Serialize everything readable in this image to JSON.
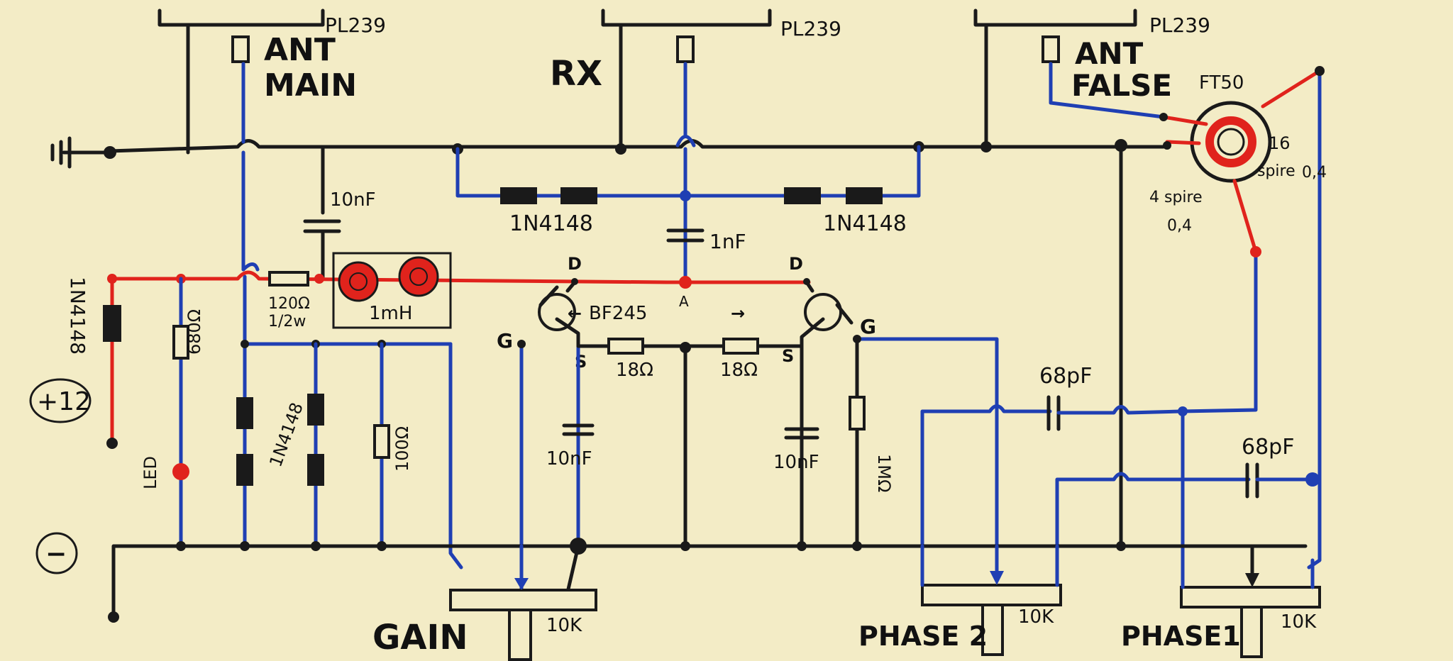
{
  "connectors": {
    "ant_main": {
      "type": "PL239",
      "name_line1": "ANT",
      "name_line2": "MAIN"
    },
    "rx": {
      "type": "PL239",
      "name": "RX"
    },
    "ant_false": {
      "type": "PL239",
      "name_line1": "ANT",
      "name_line2": "FALSE"
    }
  },
  "toroid": {
    "core": "FT50",
    "primary_turns": "4 spire",
    "primary_wire": "0,4",
    "secondary_turns": "16",
    "secondary_unit": "spire",
    "secondary_wire": "0,4"
  },
  "power": {
    "plus": "+12",
    "minus": "−"
  },
  "components": {
    "diode_left": "1N4148",
    "diode_pair_left": "1N4148",
    "diode_pair_right": "1N4148",
    "diode_vertical": "1N4148",
    "cap_top": "10nF",
    "cap_mid": "1nF",
    "res_series": "120Ω",
    "res_series_power": "1/2w",
    "choke": "1mH",
    "res_led": "680Ω",
    "led": "LED",
    "res_100": "100Ω",
    "fet": "BF245",
    "fet_sub": "A",
    "fet_left_arrow": "←",
    "fet_right_arrow": "→",
    "pin_d": "D",
    "pin_g": "G",
    "pin_s": "S",
    "res_source_left": "18Ω",
    "res_source_right": "18Ω",
    "cap_source_left": "10nF",
    "cap_source_right": "10nF",
    "res_gate": "1MΩ",
    "cap_phase_top": "68pF",
    "cap_phase_bottom": "68pF"
  },
  "pots": {
    "gain": {
      "label": "GAIN",
      "value": "10K"
    },
    "phase2": {
      "label": "PHASE 2",
      "value": "10K"
    },
    "phase1": {
      "label": "PHASE1",
      "value": "10K"
    }
  },
  "colors": {
    "paper": "#f3ecc6",
    "wire_black": "#1a1a1a",
    "wire_blue": "#1f3fb3",
    "wire_red": "#e0231c"
  }
}
